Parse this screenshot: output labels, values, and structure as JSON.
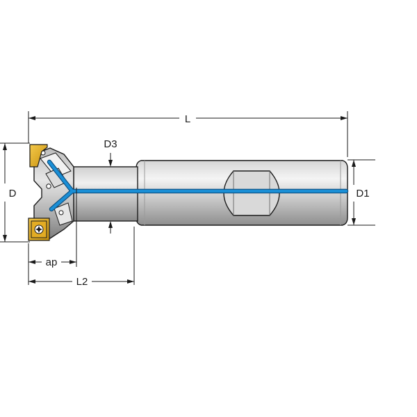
{
  "diagram": {
    "labels": {
      "L": "L",
      "D": "D",
      "D1": "D1",
      "D3": "D3",
      "ap": "ap",
      "L2": "L2"
    },
    "colors": {
      "coolant": "#1a8fd6",
      "shank_light": "#eeeeee",
      "shank_mid": "#c8c8c8",
      "shank_dark": "#8c8c8c",
      "insert": "#e8b020",
      "outline": "#1a1a1a"
    }
  }
}
